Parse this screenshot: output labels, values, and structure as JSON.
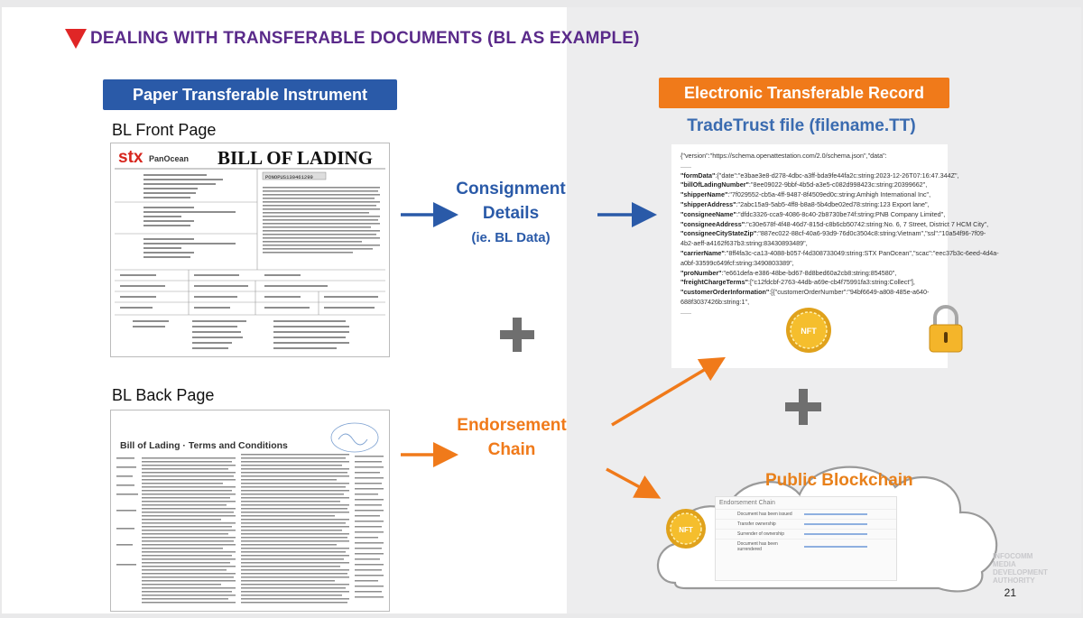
{
  "header": {
    "title": "DEALING WITH TRANSFERABLE DOCUMENTS (BL AS EXAMPLE)"
  },
  "left": {
    "pill_label": "Paper Transferable Instrument",
    "front_label": "BL Front Page",
    "back_label": "BL Back Page",
    "bl_front": {
      "brand": "stx",
      "brand_sub": "PanOcean",
      "heading": "BILL OF LADING",
      "ref": "PONOPUS130461299"
    },
    "bl_back": {
      "heading": "Bill of Lading · Terms and Conditions"
    }
  },
  "middle": {
    "consignment_line1": "Consignment",
    "consignment_line2": "Details",
    "consignment_sub": "(ie. BL Data)",
    "endorsement_line1": "Endorsement",
    "endorsement_line2": "Chain"
  },
  "right": {
    "pill_label": "Electronic Transferable Record",
    "file_title": "TradeTrust file (filename.TT)",
    "json_lines": [
      {
        "k": "",
        "v": "{\"version\":\"https://schema.openattestation.com/2.0/schema.json\",\"data\":"
      },
      {
        "k": "",
        "v": "......"
      },
      {
        "k": "\"formData\"",
        "v": ":{\"date\":\"e3bae3e8-d278-4dbc-a3ff-bda9fe44fa2c:string:2023-12-26T07:16:47.344Z\","
      },
      {
        "k": "\"billOfLadingNumber\"",
        "v": ":\"8ee09022-9bbf-4b5d-a3e5-c082d998423c:string:20399662\","
      },
      {
        "k": "\"shipperName\"",
        "v": ":\"7f029552-cb5a-4ff-9487-8f4509ed0c:string:Amhigh International Inc\","
      },
      {
        "k": "\"shipperAddress\"",
        "v": ":\"2abc15a9-5ab5-4ff8-b8a8-5b4dbe02ed78:string:123 Export lane\","
      },
      {
        "k": "\"consigneeName\"",
        "v": ":\"dfdc3326-cca9-4086-8c40-2b8730be74f:string:PNB Company Limited\","
      },
      {
        "k": "\"consigneeAddress\"",
        "v": ":\"c30e678f-4f48-46d7-815d-c8b6cb50742:string:No. 6, 7 Street, District 7 HCM City\","
      },
      {
        "k": "\"consigneeCityStateZip\"",
        "v": ":\"887ec022-88cf-40a6-93d9-76d0c3504c8:string:Vietnam\",\"ssl\":\"10a54f96-7f09-"
      },
      {
        "k": "",
        "v": "4b2-aeff-a4162f637b3:string:83430893489\","
      },
      {
        "k": "\"carrierName\"",
        "v": ":\"8ff4fa3c-ca13-4088-b057-f4d308733049:string:STX PanOcean\",\"scac\":\"eec37b3c-6eed-4d4a-"
      },
      {
        "k": "",
        "v": "a0bf-33599c649fcf:string:3490803389\","
      },
      {
        "k": "\"proNumber\"",
        "v": ":\"e661defa-e386-48be-bd67-8d8bed60a2cb8:string:854580\","
      },
      {
        "k": "\"freightChargeTerms\"",
        "v": ":[\"c12fdcbf-2763-44db-a69e-cb4f75991fa3:string:Collect\"],"
      },
      {
        "k": "\"customerOrderInformation\"",
        "v": ":[{\"customerOrderNumber\":\"94bf6649-a808-485e-a640-"
      },
      {
        "k": "",
        "v": "688f3037426b:string:1\","
      },
      {
        "k": "",
        "v": "......"
      }
    ],
    "nft_label": "NFT",
    "blockchain_label": "Public Blockchain",
    "endorsement_panel_title": "Endorsement Chain",
    "endorsement_rows": [
      "Document has been issued",
      "Transfer ownership",
      "Surrender of ownership",
      "Document has been surrendered"
    ]
  },
  "footer": {
    "page_number": "21",
    "watermark": "INFOCOMM MEDIA DEVELOPMENT AUTHORITY"
  },
  "colors": {
    "title": "#5a2a8a",
    "blue": "#2a5aa8",
    "orange": "#f07a1a",
    "red_triangle": "#e02626"
  },
  "icons": [
    "triangle-marker-icon",
    "arrow-right-icon",
    "plus-icon",
    "padlock-icon",
    "nft-coin-icon",
    "cloud-icon"
  ]
}
